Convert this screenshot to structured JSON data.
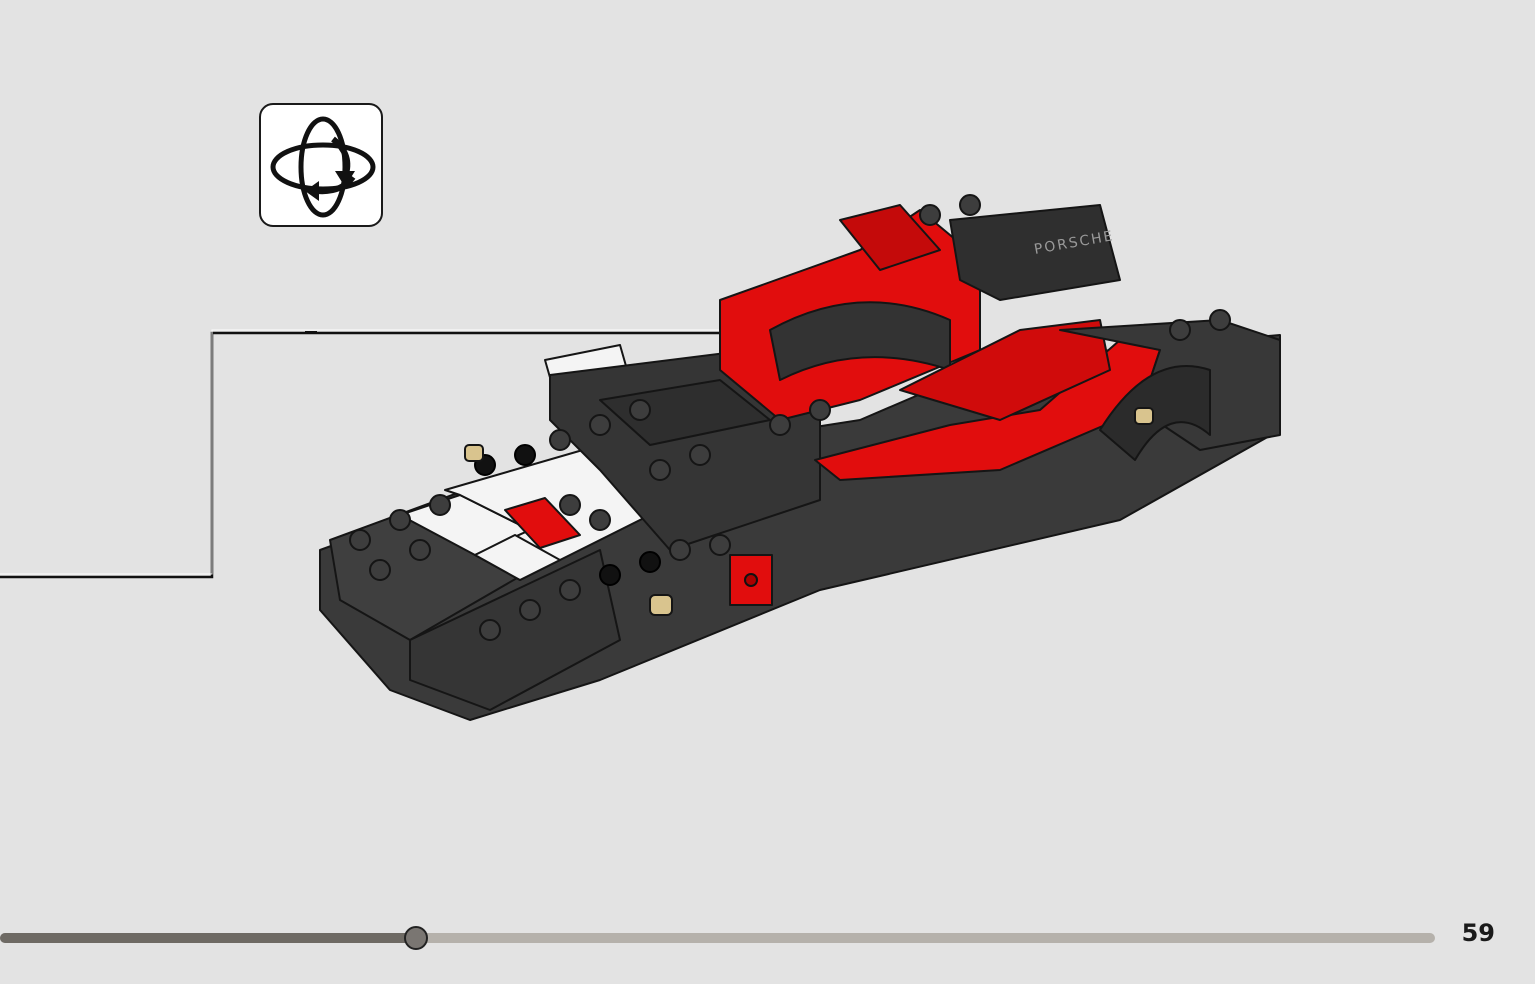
{
  "page": {
    "number": "59",
    "background": "#e3e3e3"
  },
  "rotate_icon": {
    "name": "rotate-model-icon",
    "colors": {
      "stroke": "#111111",
      "fill": "#ffffff"
    }
  },
  "model": {
    "decal_text": "PORSCHE",
    "colors": {
      "body_dark": "#3a3a3a",
      "body_red": "#e10d0d",
      "white": "#f4f4f4",
      "tan": "#d9c48e",
      "outline": "#151515"
    }
  },
  "progress": {
    "fraction": 0.29,
    "fill_color": "#6e6a64",
    "track_color": "#b5b1ab"
  }
}
